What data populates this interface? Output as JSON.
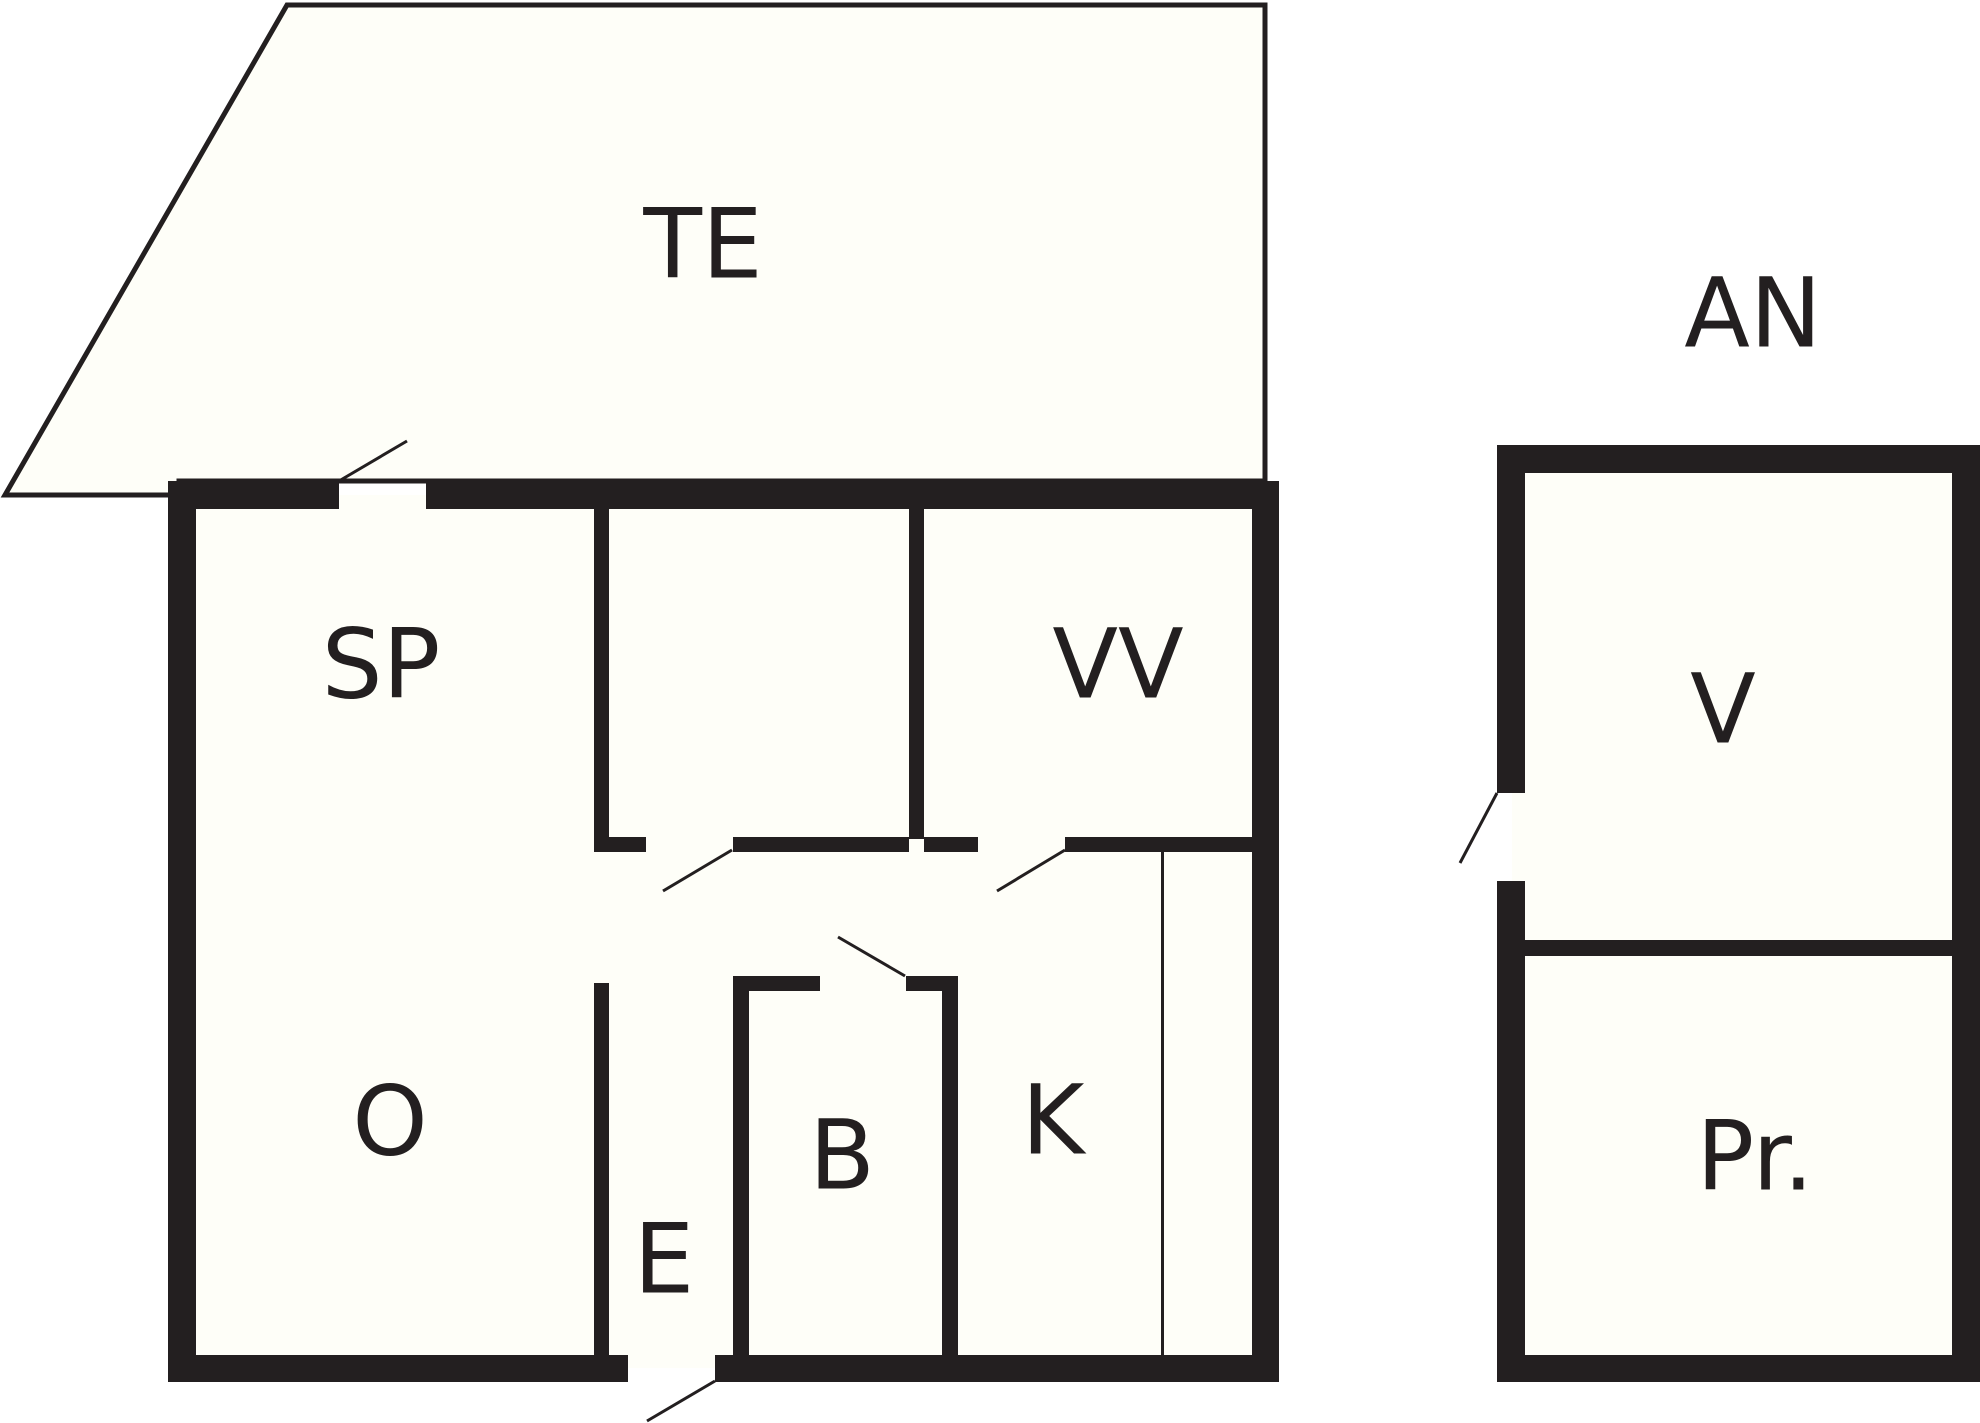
{
  "colors": {
    "floor": "#fefef8",
    "wall": "#231f20",
    "background": "#ffffff"
  },
  "labels": {
    "te": "TE",
    "an": "AN",
    "sp": "SP",
    "vv": "VV",
    "o": "O",
    "b": "B",
    "k": "K",
    "e": "E",
    "v": "V",
    "pr": "Pr."
  }
}
